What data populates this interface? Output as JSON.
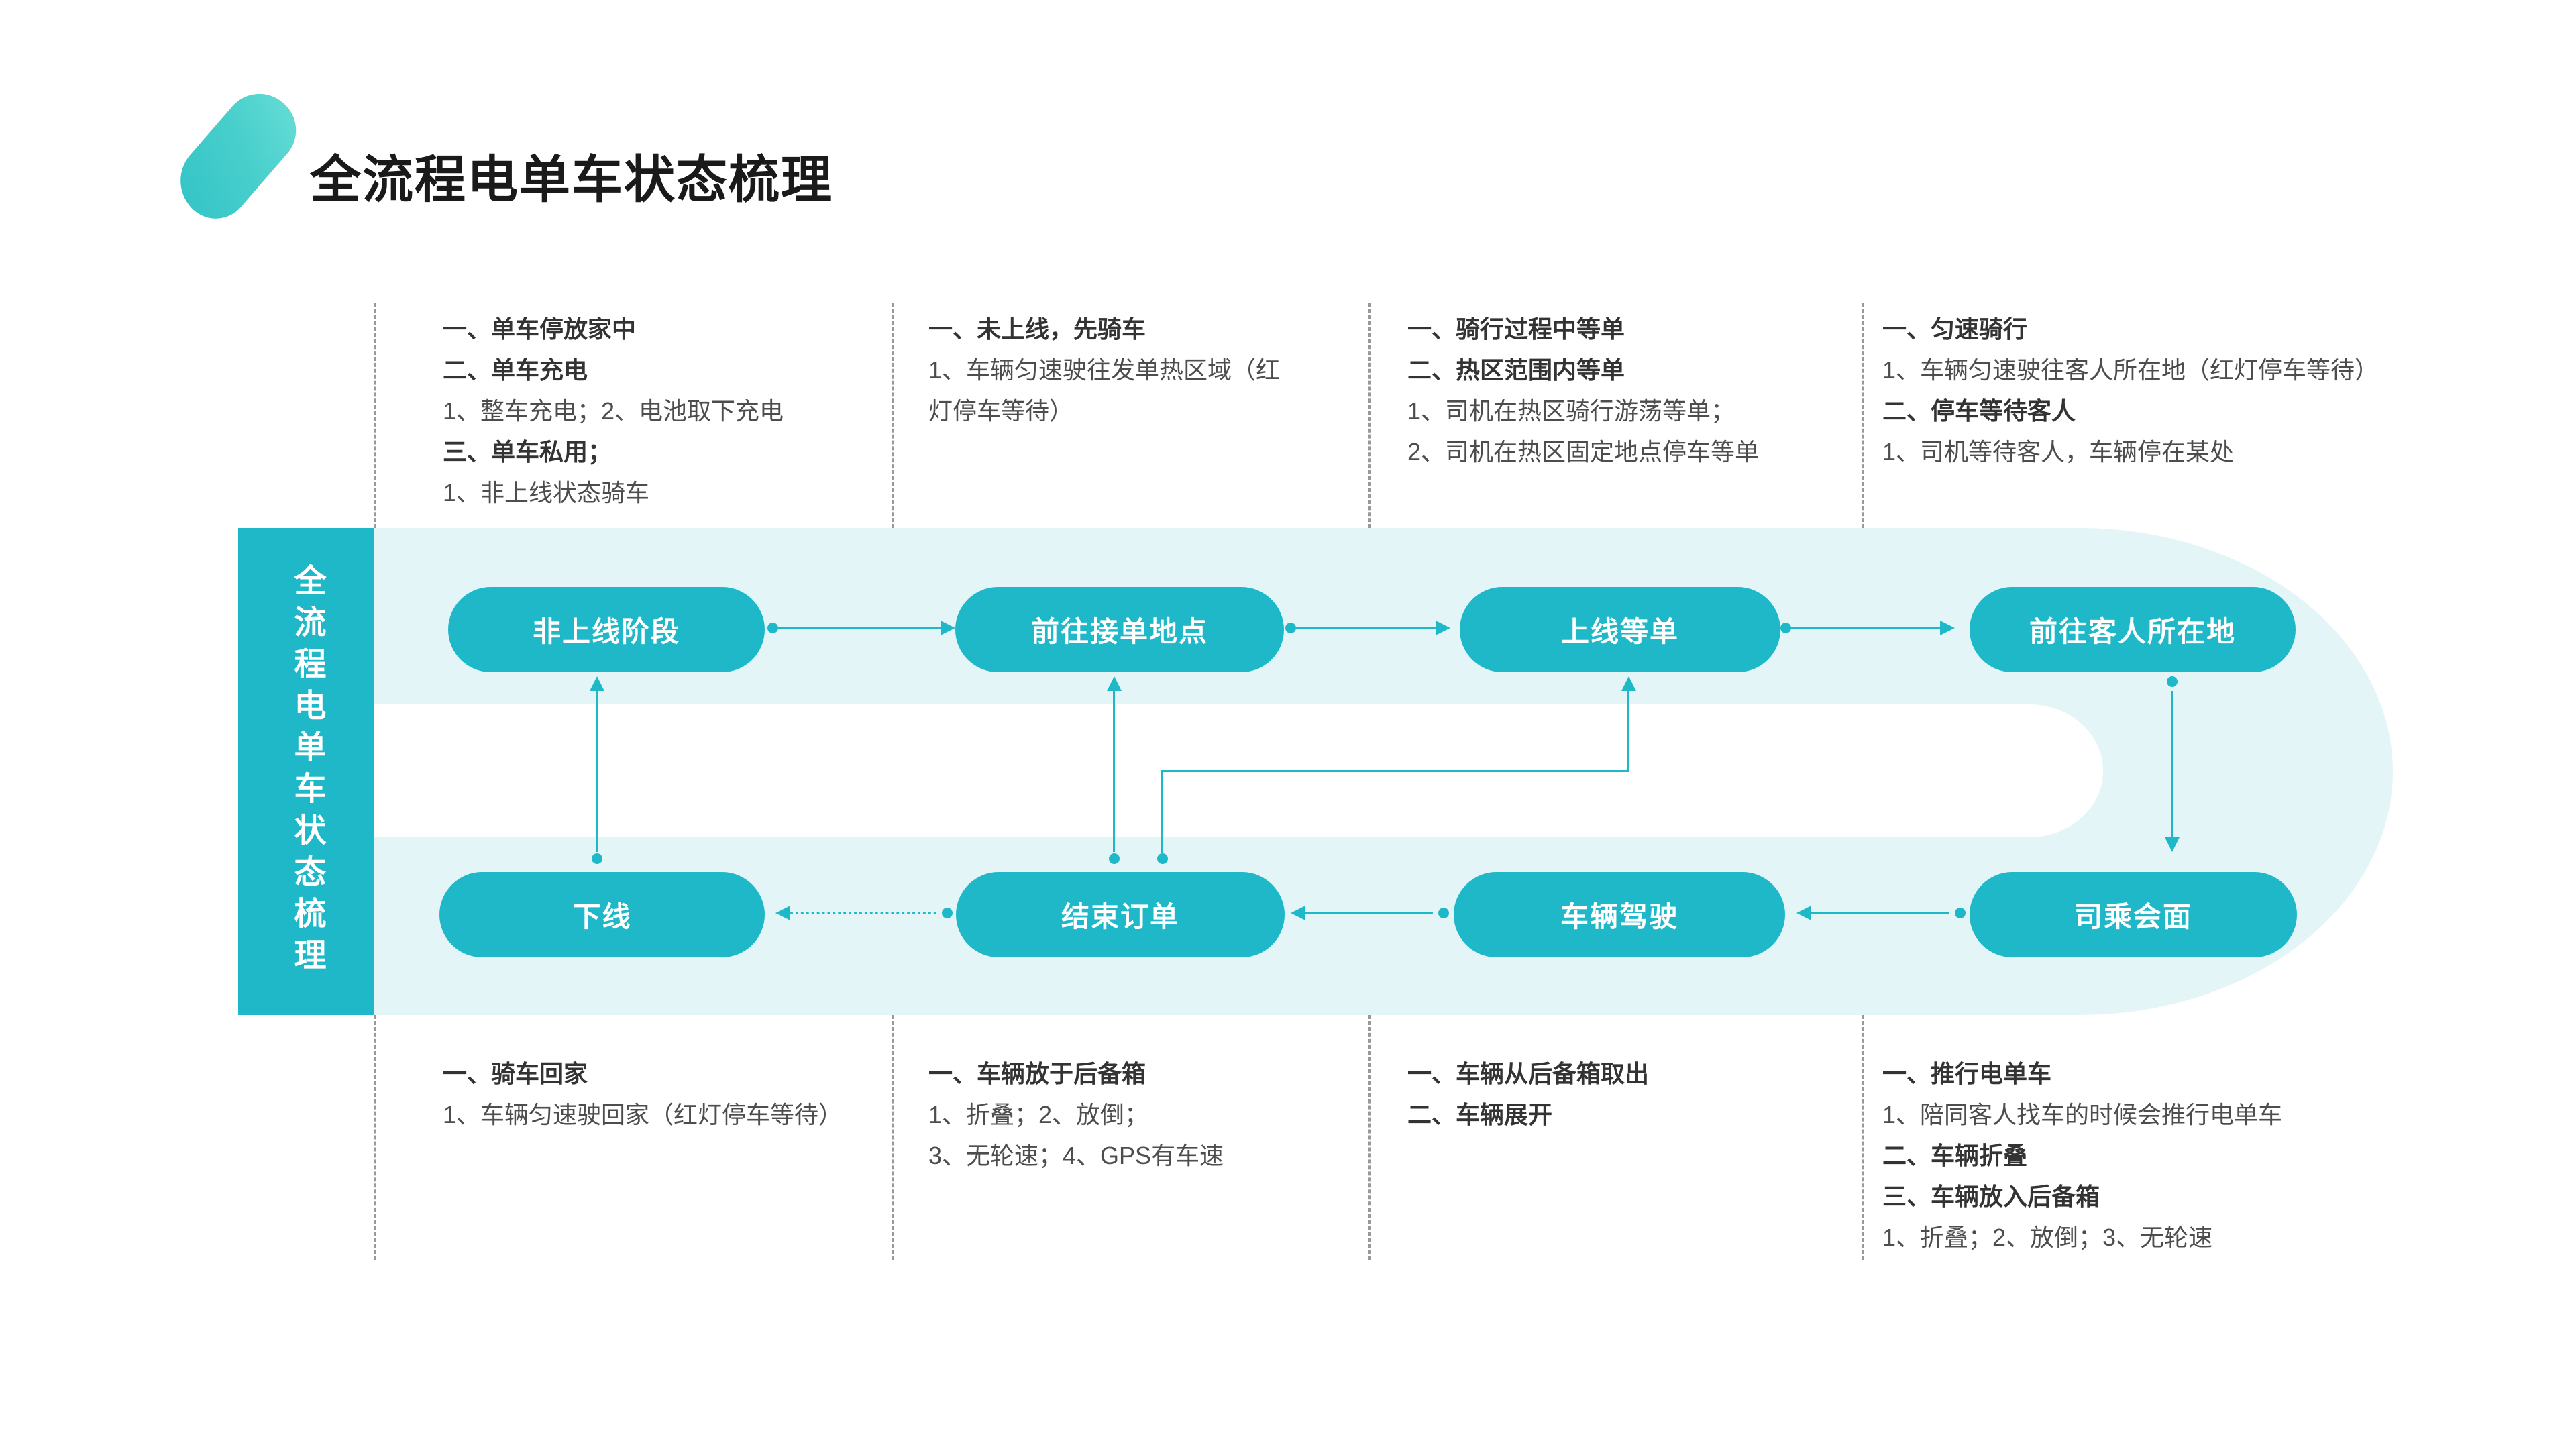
{
  "title": "全流程电单车状态梳理",
  "sidebar_label": "全流程电单车状态梳理",
  "colors": {
    "teal": "#1eb8c9",
    "pale_band": "#e4f5f7",
    "divider_gray": "#999999",
    "heading_text": "#333333",
    "body_text": "#4d4d4d",
    "title_text": "#1a1a1a"
  },
  "nodes": {
    "offline_phase": "非上线阶段",
    "to_pickup": "前往接单地点",
    "online_waiting": "上线等单",
    "to_passenger": "前往客人所在地",
    "offline": "下线",
    "end_order": "结束订单",
    "driving": "车辆驾驶",
    "meet": "司乘会面"
  },
  "annotations": {
    "top": [
      {
        "lines": [
          {
            "bold": true,
            "text": "一、单车停放家中"
          },
          {
            "bold": true,
            "text": "二、单车充电"
          },
          {
            "bold": false,
            "text": "1、整车充电；2、电池取下充电"
          },
          {
            "bold": true,
            "text": "三、单车私用；"
          },
          {
            "bold": false,
            "text": "1、非上线状态骑车"
          }
        ]
      },
      {
        "lines": [
          {
            "bold": true,
            "text": "一、未上线，先骑车"
          },
          {
            "bold": false,
            "text": "1、车辆匀速驶往发单热区域（红"
          },
          {
            "bold": false,
            "text": "灯停车等待）"
          }
        ]
      },
      {
        "lines": [
          {
            "bold": true,
            "text": "一、骑行过程中等单"
          },
          {
            "bold": true,
            "text": "二、热区范围内等单"
          },
          {
            "bold": false,
            "text": "1、司机在热区骑行游荡等单；"
          },
          {
            "bold": false,
            "text": "2、司机在热区固定地点停车等单"
          }
        ]
      },
      {
        "lines": [
          {
            "bold": true,
            "text": "一、匀速骑行"
          },
          {
            "bold": false,
            "text": "1、车辆匀速驶往客人所在地（红灯停车等待）"
          },
          {
            "bold": true,
            "text": "二、停车等待客人"
          },
          {
            "bold": false,
            "text": "1、司机等待客人，车辆停在某处"
          }
        ]
      }
    ],
    "bottom": [
      {
        "lines": [
          {
            "bold": true,
            "text": "一、骑车回家"
          },
          {
            "bold": false,
            "text": "1、车辆匀速驶回家（红灯停车等待）"
          }
        ]
      },
      {
        "lines": [
          {
            "bold": true,
            "text": "一、车辆放于后备箱"
          },
          {
            "bold": false,
            "text": "1、折叠；2、放倒；"
          },
          {
            "bold": false,
            "text": "3、无轮速；4、GPS有车速"
          }
        ]
      },
      {
        "lines": [
          {
            "bold": true,
            "text": "一、车辆从后备箱取出"
          },
          {
            "bold": true,
            "text": "二、车辆展开"
          }
        ]
      },
      {
        "lines": [
          {
            "bold": true,
            "text": "一、推行电单车"
          },
          {
            "bold": false,
            "text": "1、陪同客人找车的时候会推行电单车"
          },
          {
            "bold": true,
            "text": "二、车辆折叠"
          },
          {
            "bold": true,
            "text": "三、车辆放入后备箱"
          },
          {
            "bold": false,
            "text": "1、折叠；2、放倒；3、无轮速"
          }
        ]
      }
    ]
  }
}
